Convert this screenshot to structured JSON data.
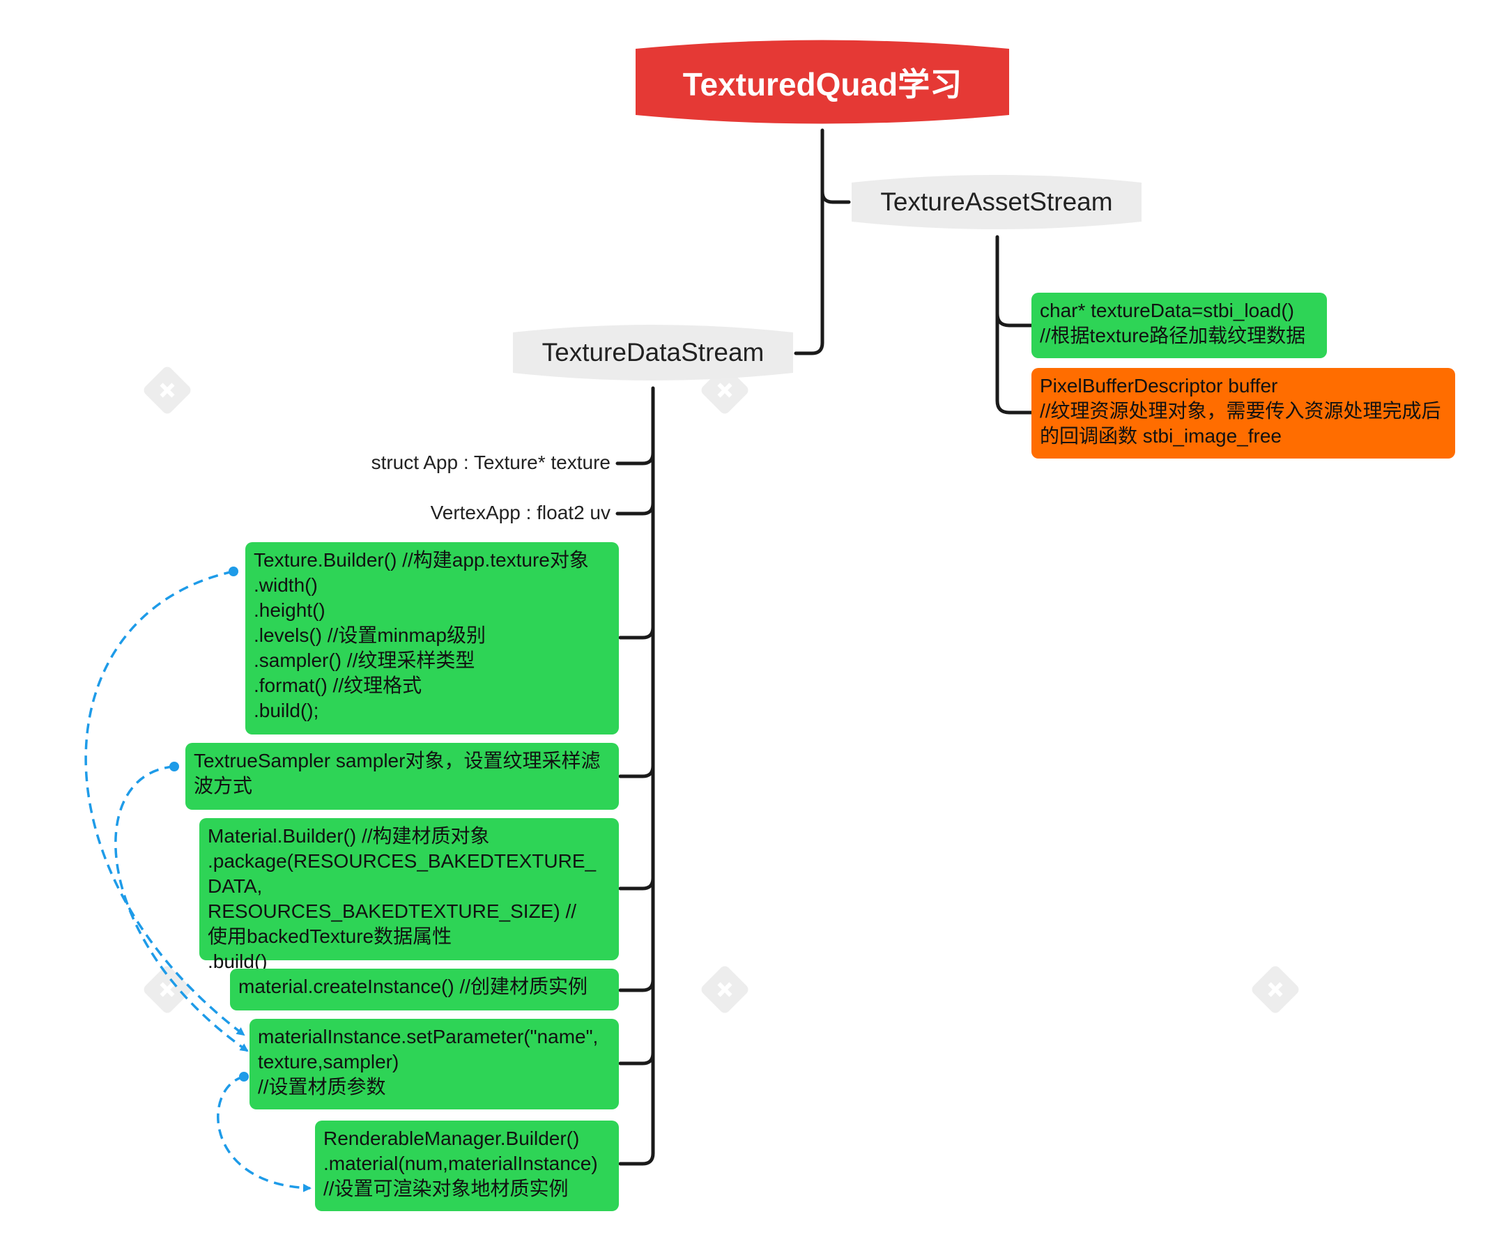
{
  "root": {
    "label": "TexturedQuad学习",
    "color": "#e53935"
  },
  "branches": [
    {
      "label": "TextureAssetStream",
      "children": [
        {
          "text": "char* textureData=stbi_load()\n//根据texture路径加载纹理数据",
          "color": "#2ed456"
        },
        {
          "text": "PixelBufferDescriptor buffer\n//纹理资源处理对象，需要传入资源处理完成后\n的回调函数 stbi_image_free",
          "color": "#ff6d00"
        }
      ]
    },
    {
      "label": "TextureDataStream",
      "children": [
        {
          "text": "struct App : Texture* texture"
        },
        {
          "text": "VertexApp : float2 uv"
        },
        {
          "text": "Texture.Builder() //构建app.texture对象\n.width()\n.height()\n.levels() //设置minmap级别\n.sampler() //纹理采样类型\n.format()  //纹理格式\n.build();",
          "color": "#2ed456"
        },
        {
          "text": "TextrueSampler sampler对象，设置纹理采样滤\n波方式",
          "color": "#2ed456"
        },
        {
          "text": "Material.Builder() //构建材质对象\n.package(RESOURCES_BAKEDTEXTURE_\nDATA, RESOURCES_BAKEDTEXTURE_SIZE) //\n使用backedTexture数据属性\n.build()",
          "color": "#2ed456"
        },
        {
          "text": "material.createInstance()  //创建材质实例",
          "color": "#2ed456"
        },
        {
          "text": "materialInstance.setParameter(\"name\",\ntexture,sampler)\n//设置材质参数",
          "color": "#2ed456"
        },
        {
          "text": "RenderableManager.Builder()\n.material(num,materialInstance)\n//设置可渲染对象地材质实例",
          "color": "#2ed456"
        }
      ]
    }
  ],
  "colors": {
    "line": "#1a1a1a",
    "relationship": "#1e9be8",
    "pill": "#ececec"
  },
  "watermark": {
    "logo": "xmind-logo-icon"
  }
}
